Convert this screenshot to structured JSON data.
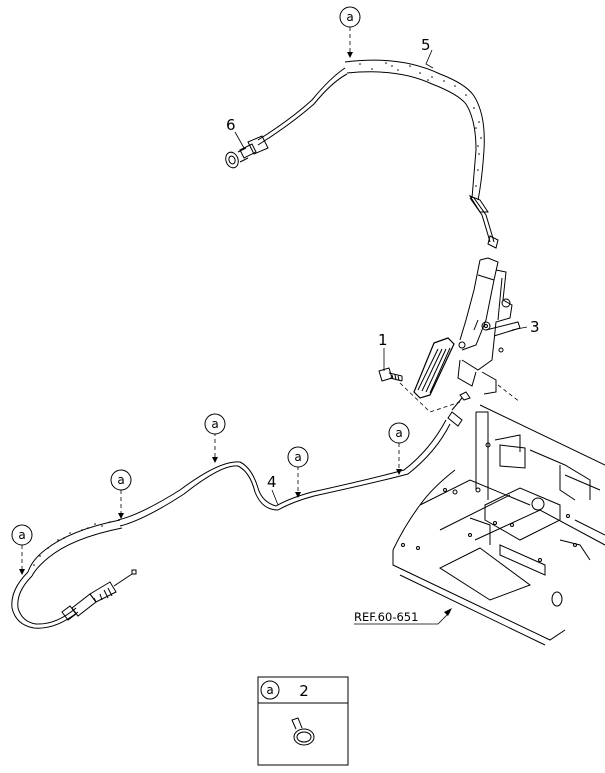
{
  "diagram": {
    "callout_symbol": "a",
    "part_labels": {
      "p1": "1",
      "p3": "3",
      "p4": "4",
      "p5": "5",
      "p6": "6"
    },
    "reference": "REF.60-651",
    "legend": {
      "symbol": "a",
      "part_number": "2",
      "icon": "cable-clip-icon"
    },
    "colors": {
      "line": "#000000",
      "background": "#ffffff"
    }
  }
}
